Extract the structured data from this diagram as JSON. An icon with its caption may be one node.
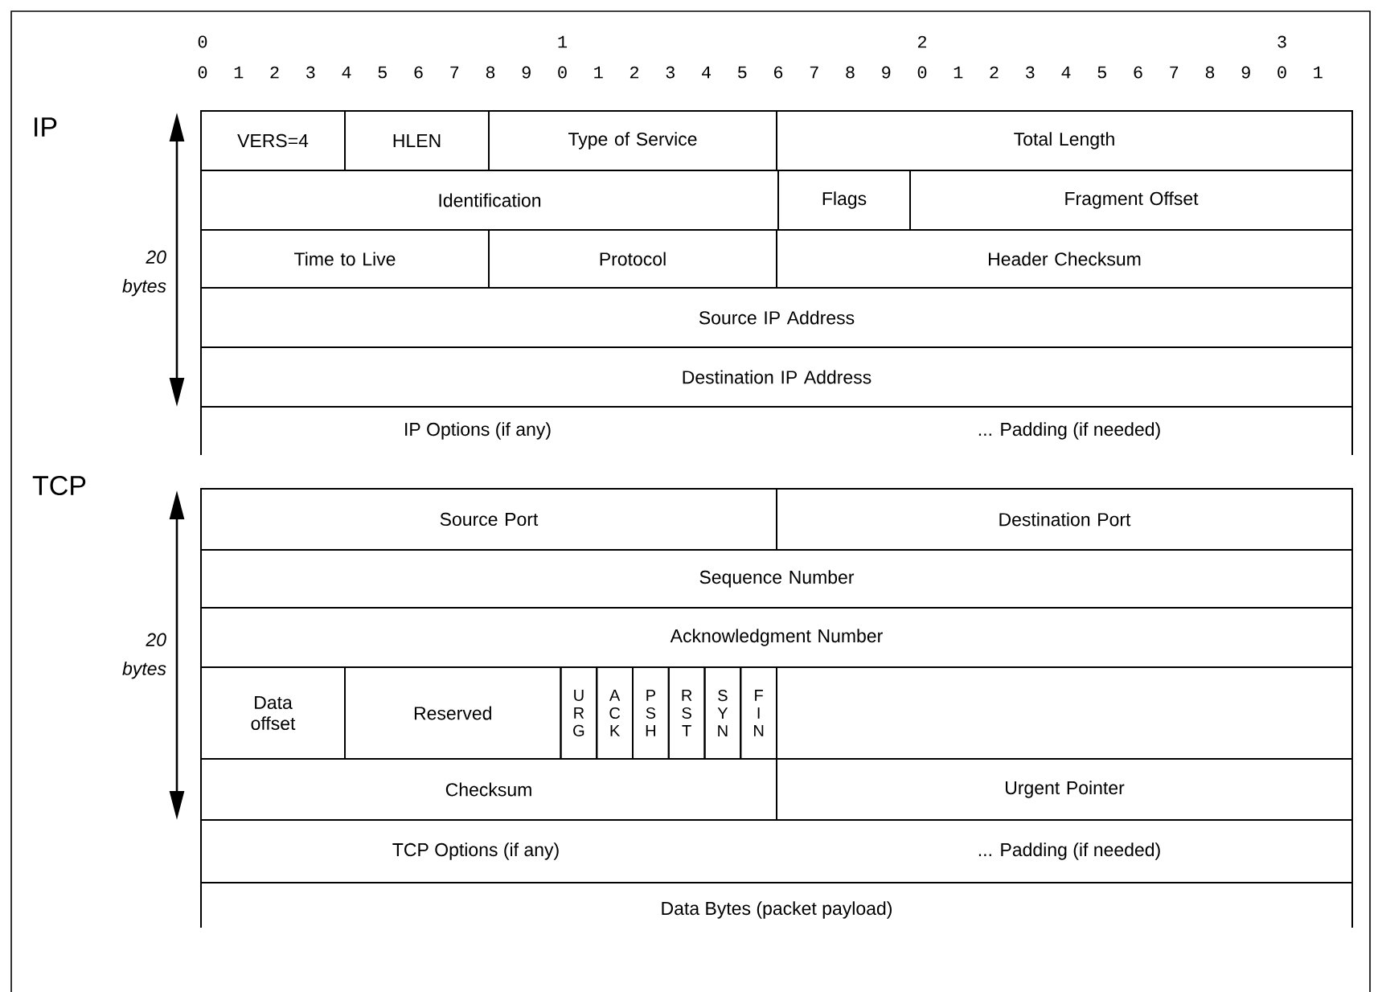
{
  "diagram": {
    "nodes": [
      {
        "text": [
          "VERS=4"
        ]
      },
      {
        "text": [
          "HLEN"
        ]
      },
      {
        "text": [
          "Type of Service"
        ]
      },
      {
        "text": [
          "Total Length"
        ]
      },
      {
        "text": [
          "Identification"
        ]
      },
      {
        "text": [
          "Flags"
        ]
      },
      {
        "text": [
          "Fragment Offset"
        ]
      },
      {
        "text": [
          "Time to Live"
        ]
      },
      {
        "text": [
          "Protocol"
        ]
      },
      {
        "text": [
          "Header Checksum"
        ]
      },
      {
        "text": [
          "Source IP Address"
        ]
      },
      {
        "text": [
          "Destination IP Address"
        ]
      },
      {
        "text": [
          "IP Options (if any)",
          "... Padding (if needed)"
        ]
      },
      {
        "text": [
          "Source Port"
        ]
      },
      {
        "text": [
          "Destination Port"
        ]
      },
      {
        "text": [
          "Sequence Number"
        ]
      },
      {
        "text": [
          "Acknowledgment Number"
        ]
      },
      {
        "text": [
          "Data offset"
        ]
      },
      {
        "text": [
          "Reserved"
        ]
      },
      {
        "text": [
          "U R G"
        ]
      },
      {
        "text": [
          "A C K"
        ]
      },
      {
        "text": [
          "P S H"
        ]
      },
      {
        "text": [
          "R S T"
        ]
      },
      {
        "text": [
          "S Y N"
        ]
      },
      {
        "text": [
          "F I N"
        ]
      },
      {
        "text": [],
        "shape": "box"
      },
      {
        "text": [
          "Checksum"
        ]
      },
      {
        "text": [
          "Urgent Pointer"
        ]
      },
      {
        "text": [
          "TCP Options (if any)",
          "... Padding (if needed)"
        ]
      },
      {
        "text": [
          "Data Bytes (packet payload)"
        ]
      }
    ],
    "labels": [
      "0",
      "1",
      "2",
      "3",
      "0",
      "1",
      "2",
      "3",
      "4",
      "5",
      "6",
      "7",
      "8",
      "9",
      "0",
      "1",
      "2",
      "3",
      "4",
      "5",
      "6",
      "7",
      "8",
      "9",
      "0",
      "1",
      "2",
      "3",
      "4",
      "5",
      "6",
      "7",
      "8",
      "9",
      "0",
      "1",
      "IP",
      "20 bytes",
      "TCP",
      "20 bytes"
    ]
  }
}
